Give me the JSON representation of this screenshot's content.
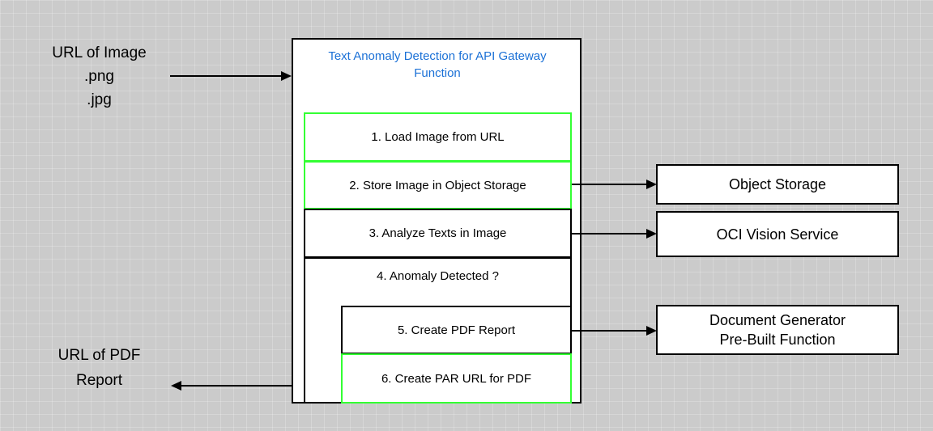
{
  "colors": {
    "title_blue": "#1A70D6",
    "highlight_green": "#33FF33",
    "canvas_gray": "#CBCBCB",
    "box_border": "#000000"
  },
  "left_labels": {
    "input": "URL of Image\n.png\n.jpg",
    "output": "URL of PDF\nReport"
  },
  "main": {
    "title": "Text Anomaly Detection for API Gateway Function",
    "steps": [
      {
        "label": "1. Load Image from URL",
        "highlighted": true
      },
      {
        "label": "2. Store Image in Object Storage",
        "highlighted": true
      },
      {
        "label": "3. Analyze Texts in Image",
        "highlighted": false
      },
      {
        "label": "4. Anomaly Detected ?",
        "highlighted": false
      },
      {
        "label": "5. Create PDF Report",
        "highlighted": false
      },
      {
        "label": "6. Create PAR URL for PDF",
        "highlighted": true
      }
    ]
  },
  "services": [
    {
      "label": "Object Storage"
    },
    {
      "label": "OCI Vision Service"
    },
    {
      "label": "Document Generator\nPre-Built Function"
    }
  ]
}
